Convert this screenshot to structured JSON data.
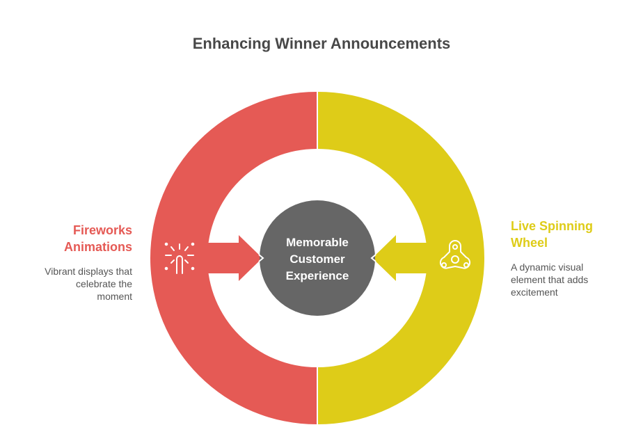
{
  "title": "Enhancing Winner Announcements",
  "colors": {
    "left": "#E55A55",
    "right": "#DECC18",
    "center": "#666666",
    "title": "#484848",
    "desc": "#555555"
  },
  "center": {
    "lines": [
      "Memorable",
      "Customer",
      "Experience"
    ]
  },
  "left": {
    "title_lines": [
      "Fireworks",
      "Animations"
    ],
    "description_lines": [
      "Vibrant displays that",
      "celebrate the",
      "moment"
    ],
    "icon": "fireworks-icon"
  },
  "right": {
    "title_lines": [
      "Live Spinning",
      "Wheel"
    ],
    "description_lines": [
      "A dynamic visual",
      "element that adds",
      "excitement"
    ],
    "icon": "fidget-spinner-icon"
  }
}
